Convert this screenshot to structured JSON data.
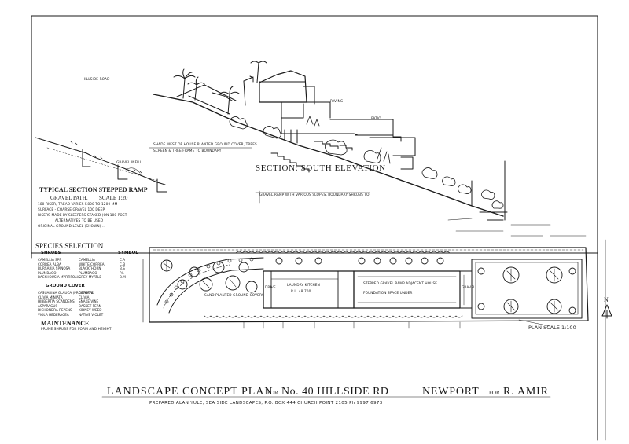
{
  "labels": {
    "hillside_road": "HILLSIDE ROAD",
    "section_title": "SECTION: SOUTH ELEVATION",
    "typical_section_title": "TYPICAL SECTION STEPPED RAMP",
    "gravel_path": "GRAVEL PATH,",
    "scale_120": "SCALE 1:20",
    "section_note_1": "180 RISER, TREAD VARIES F.800 TO 1200 MM",
    "section_note_2": "SURFACE - COARSE GRAVEL 100 DEEP",
    "section_note_3": "RISERS MADE BY SLEEPERS STAKED (ON 100 POST",
    "section_note_4": "ALTERNATIVES TO BE USED",
    "section_note_5": "ORIGINAL GROUND LEVEL (SHOWN) ...",
    "gravel_infill": "GRAVEL INFILL",
    "elevation_note_1": "SHADE WEST OF HOUSE PLANTED GROUND COVER, TREES",
    "elevation_note_2": "SCREEN & TREE FRAME TO BOUNDARY",
    "ramp_note": "GRAVEL RAMP WITH VARIOUS SLOPES, BOUNDARY SHRUBS TO",
    "species_heading": "SPECIES SELECTION",
    "shrubs": "SHRUBS",
    "symbol": "SYMBOL",
    "ground_cover": "GROUND COVER",
    "maintenance": "MAINTENANCE",
    "maintenance_note": "PRUNE SHRUBS FOR FORM AND HEIGHT",
    "plan_scale": "PLAN SCALE 1:100",
    "north_arrow": "N",
    "laundry": "LAUNDRY KITCHEN",
    "laundry_rl": "R.L. 48.700",
    "stepped_ramp_note": "STEPPED GRAVEL RAMP ADJACENT HOUSE",
    "foundation_note": "FOUNDATION SPACE UNDER",
    "paving": "PAVING",
    "patio": "PATIO",
    "drive": "DRIVE",
    "gravel": "GRAVEL",
    "sand_planted": "SAND PLANTED GROUND COVERS",
    "title": "LANDSCAPE CONCEPT PLAN",
    "title_for": "FOR",
    "title_no": "No. 40 HILLSIDE RD",
    "title_suburb": "NEWPORT",
    "title_for2": "FOR",
    "title_client": "R. AMIR",
    "prepared": "PREPARED ALAN YULE, SEA SIDE LANDSCAPES, P.O. BOX 444 CHURCH POINT 2105 Ph 9997 6973"
  },
  "species_rows": [
    {
      "name": "CAMELLIA SPP.",
      "common": "CAMELLIA",
      "code": "C.A"
    },
    {
      "name": "CORREA ALBA",
      "common": "WHITE CORREA",
      "code": "C.B"
    },
    {
      "name": "BURSARIA SPINOSA",
      "common": "BLACKTHORN",
      "code": "B.S"
    },
    {
      "name": "PLUMBAGO",
      "common": "PLUMBAGO",
      "code": "P.L"
    },
    {
      "name": "BACKHOUSIA MYRTIFOLIA",
      "common": "GREY MYRTLE",
      "code": "B.M"
    }
  ],
  "gc_rows": [
    {
      "name": "CASUARINA GLAUCA (PROSTRATE)",
      "common": "COASTAL"
    },
    {
      "name": "CLIVIA MINIATA",
      "common": "CLIVIA"
    },
    {
      "name": "HIBBERTIA SCANDENS",
      "common": "SNAKE VINE"
    },
    {
      "name": "ASPARAGUS",
      "common": "BASKET FERN"
    },
    {
      "name": "DICHONDRA REPENS",
      "common": "KIDNEY WEED"
    },
    {
      "name": "VIOLA HEDERACEA",
      "common": "NATIVE VIOLET"
    }
  ],
  "colors": {
    "ink": "#1a1a1a",
    "paper": "#ffffff"
  }
}
